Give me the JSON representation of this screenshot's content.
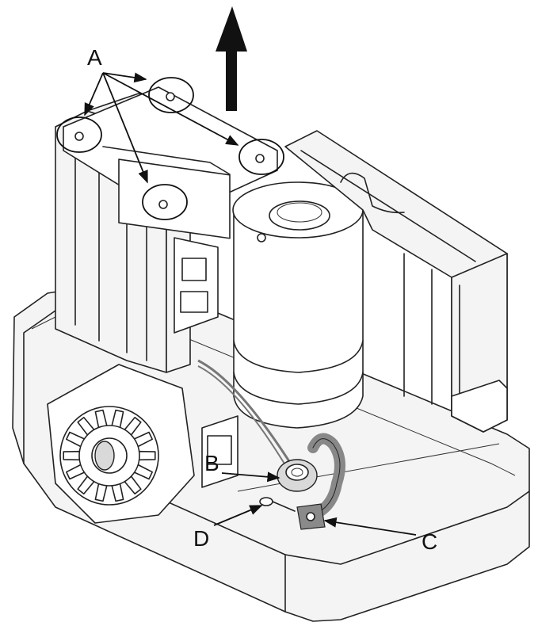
{
  "callouts": {
    "a": "A",
    "b": "B",
    "c": "C",
    "d": "D"
  },
  "colors": {
    "line": "#222222",
    "body": "#f4f4f4",
    "cable": "#8a8a8a"
  }
}
